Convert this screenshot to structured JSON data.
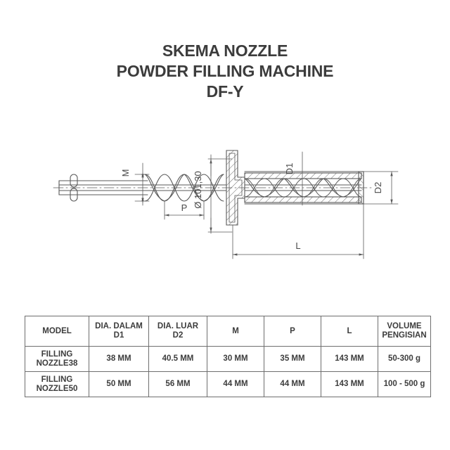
{
  "title": {
    "line1": "SKEMA NOZZLE",
    "line2": "POWDER FILLING MACHINE",
    "line3": "DF-Y"
  },
  "drawing": {
    "labels": {
      "m": "M",
      "p": "P",
      "l": "L",
      "d1": "D1",
      "d2": "D2",
      "diameter": "Ø 101,30"
    }
  },
  "table": {
    "headers": [
      "MODEL",
      "DIA. DALAM\nD1",
      "DIA. LUAR\nD2",
      "M",
      "P",
      "L",
      "VOLUME\nPENGISIAN"
    ],
    "headers_split": [
      {
        "line1": "MODEL",
        "line2": ""
      },
      {
        "line1": "DIA. DALAM",
        "line2": "D1"
      },
      {
        "line1": "DIA. LUAR",
        "line2": "D2"
      },
      {
        "line1": "M",
        "line2": ""
      },
      {
        "line1": "P",
        "line2": ""
      },
      {
        "line1": "L",
        "line2": ""
      },
      {
        "line1": "VOLUME",
        "line2": "PENGISIAN"
      }
    ],
    "rows": [
      {
        "model_line1": "FILLING",
        "model_line2": "NOZZLE38",
        "d1": "38 MM",
        "d2": "40.5 MM",
        "m": "30 MM",
        "p": "35 MM",
        "l": "143 MM",
        "volume": "50-300 g"
      },
      {
        "model_line1": "FILLING",
        "model_line2": "NOZZLE50",
        "d1": "50 MM",
        "d2": "56 MM",
        "m": "44 MM",
        "p": "44 MM",
        "l": "143 MM",
        "volume": "100 - 500 g"
      }
    ]
  },
  "colors": {
    "line": "#5a5a5a",
    "text": "#3c3c3c",
    "border": "#6e6e6e",
    "background": "#ffffff"
  }
}
